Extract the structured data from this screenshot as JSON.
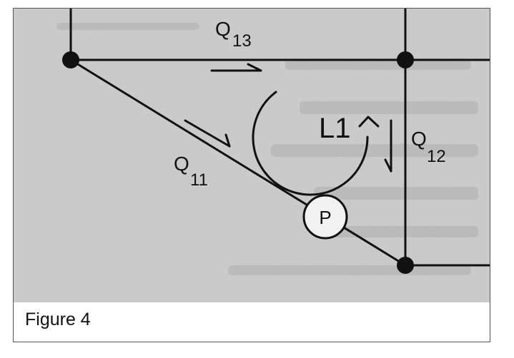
{
  "figure": {
    "caption": "Figure 4",
    "loop_label": "L1",
    "pump_label": "P",
    "pipes": [
      {
        "symbol": "Q",
        "subscript": "13"
      },
      {
        "symbol": "Q",
        "subscript": "12"
      },
      {
        "symbol": "Q",
        "subscript": "11"
      }
    ]
  },
  "colors": {
    "background_scan": "#c7c7c7",
    "line": "#111111",
    "frame_border": "#555555"
  }
}
